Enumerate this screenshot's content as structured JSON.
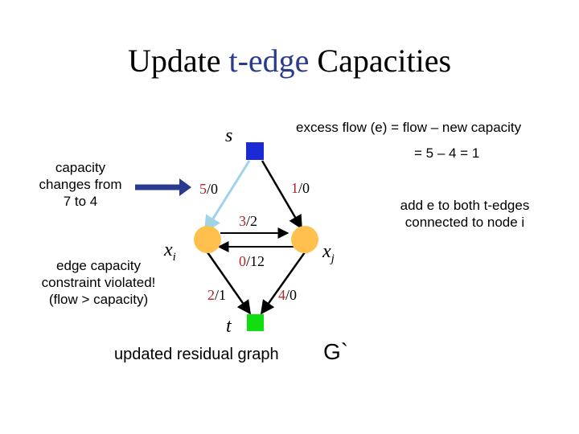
{
  "title": {
    "prefix": "Update",
    "highlight": "t-edge",
    "suffix": "Capacities",
    "highlight_color": "#2a3b8f"
  },
  "notes": {
    "excess": "excess flow (e) = flow – new capacity",
    "excess_calc": "= 5 – 4 = 1",
    "capacity_change": [
      "capacity",
      "changes from",
      "7 to 4"
    ],
    "add_e": [
      "add e to both t-edges",
      "connected to node i"
    ],
    "violated": [
      "edge capacity",
      "constraint violated!",
      "(flow > capacity)"
    ],
    "caption": "updated residual graph",
    "graph_name": "G`"
  },
  "nodes": {
    "s": {
      "label": "s",
      "color": "#1a2bd6"
    },
    "t": {
      "label": "t",
      "color": "#11dd11"
    },
    "xi": {
      "label": "x",
      "sub": "i",
      "color": "#ffc04d"
    },
    "xj": {
      "label": "x",
      "sub": "j",
      "color": "#ffc04d"
    }
  },
  "edges": {
    "s_xi": {
      "flow": "5",
      "capacity": "0",
      "color": "#9fd3e8"
    },
    "s_xj": {
      "flow": "1",
      "capacity": "0"
    },
    "xi_xj": {
      "flow": "3",
      "capacity": "2"
    },
    "xj_xi": {
      "flow": "0",
      "capacity": "12"
    },
    "xi_t": {
      "flow": "2",
      "capacity": "1"
    },
    "xj_t": {
      "flow": "4",
      "capacity": "0"
    }
  },
  "colors": {
    "flow_text": "#b8232a",
    "arrow": "#2a3b8f",
    "edge": "#000000"
  }
}
